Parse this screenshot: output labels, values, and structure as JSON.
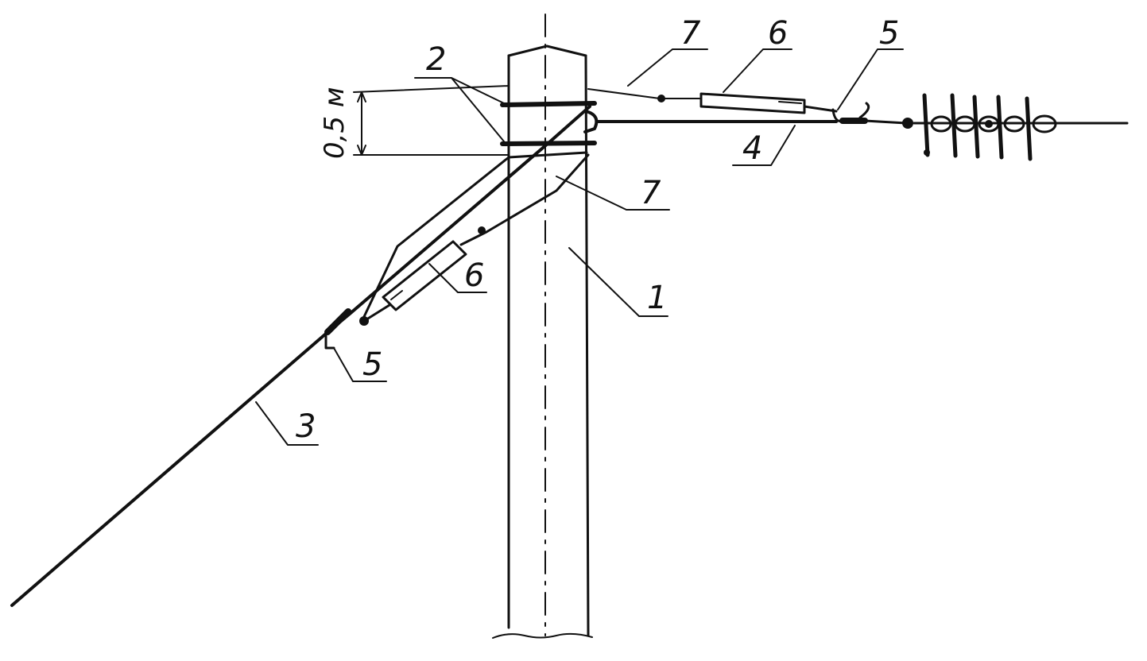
{
  "diagram": {
    "dimension": "0,5 м",
    "callouts": {
      "pole": "1",
      "bands": "2",
      "guy_wire": "3",
      "cross_wire": "4",
      "clamp_upper": "5",
      "clamp_lower": "5",
      "turnbuckle_upper": "6",
      "turnbuckle_lower": "6",
      "tie_upper": "7",
      "tie_lower": "7"
    }
  }
}
